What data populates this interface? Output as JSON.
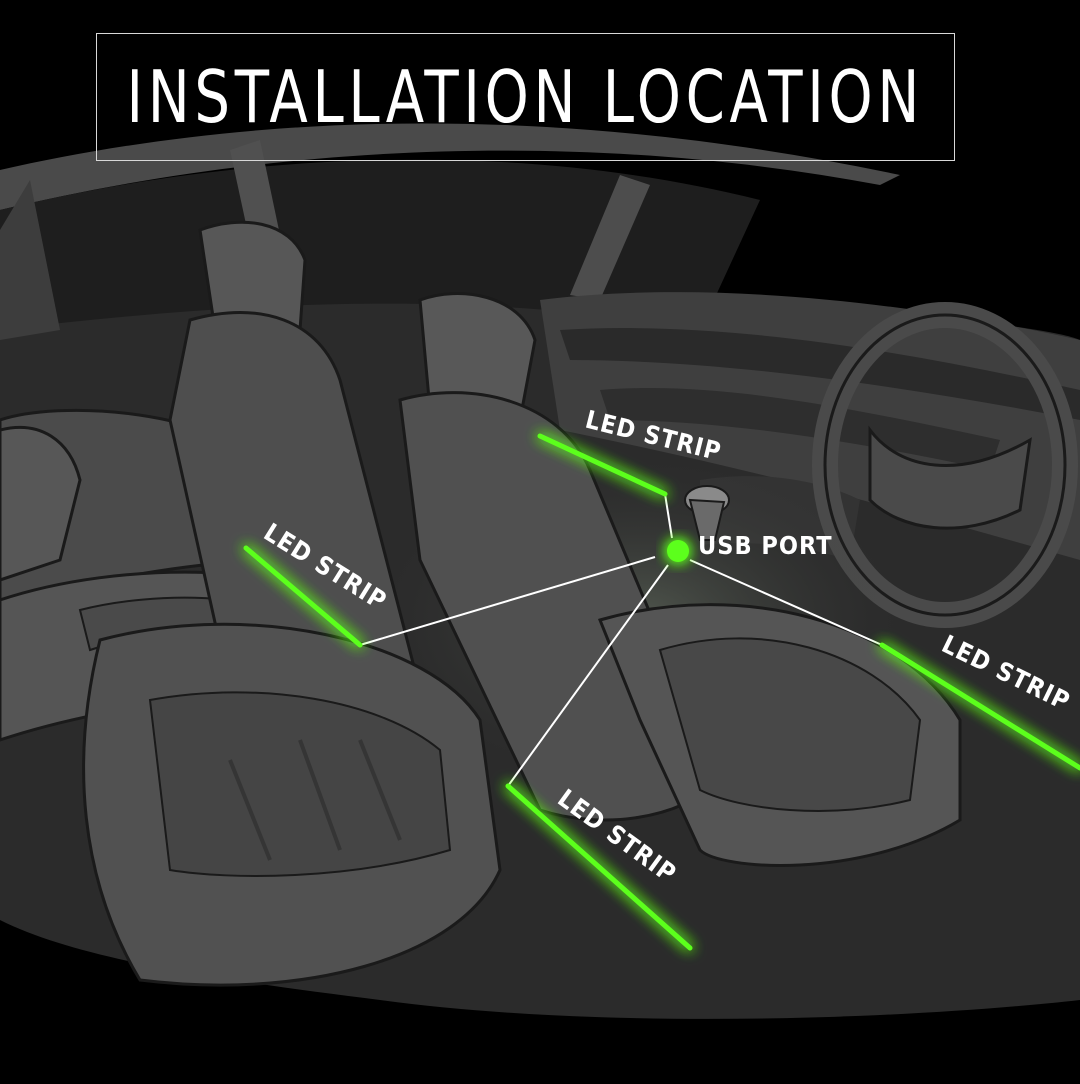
{
  "header": {
    "title": "INSTALLATION LOCATION"
  },
  "hub": {
    "label": "USB PORT"
  },
  "strips": [
    {
      "id": "rear-left",
      "label": "LED STRIP"
    },
    {
      "id": "front-center",
      "label": "LED STRIP"
    },
    {
      "id": "right",
      "label": "LED STRIP"
    },
    {
      "id": "front-bottom",
      "label": "LED STRIP"
    }
  ],
  "colors": {
    "glow": "#5cff1e",
    "wire": "#ffffff",
    "background": "#000000"
  }
}
